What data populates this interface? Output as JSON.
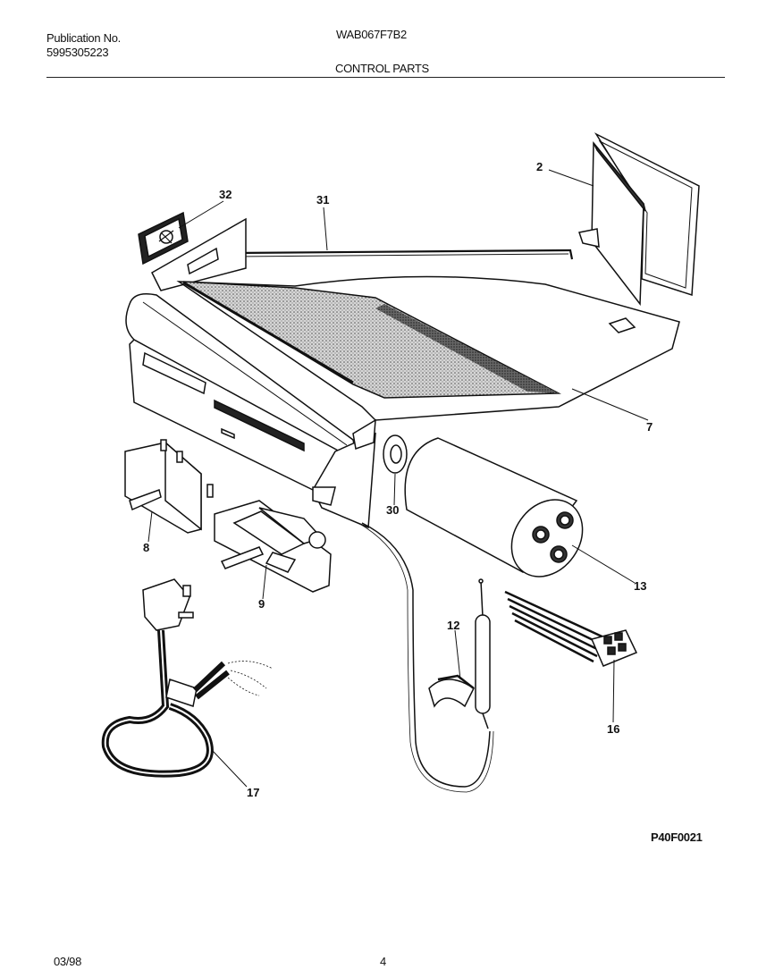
{
  "header": {
    "publication_label": "Publication No.",
    "publication_number": "5995305223",
    "model": "WAB067F7B2",
    "section_title": "CONTROL PARTS"
  },
  "callouts": {
    "c2": "2",
    "c7": "7",
    "c8": "8",
    "c9": "9",
    "c12": "12",
    "c13": "13",
    "c16": "16",
    "c17": "17",
    "c30": "30",
    "c31": "31",
    "c32": "32"
  },
  "drawing_code": "P40F0021",
  "footer": {
    "date": "03/98",
    "page": "4"
  }
}
